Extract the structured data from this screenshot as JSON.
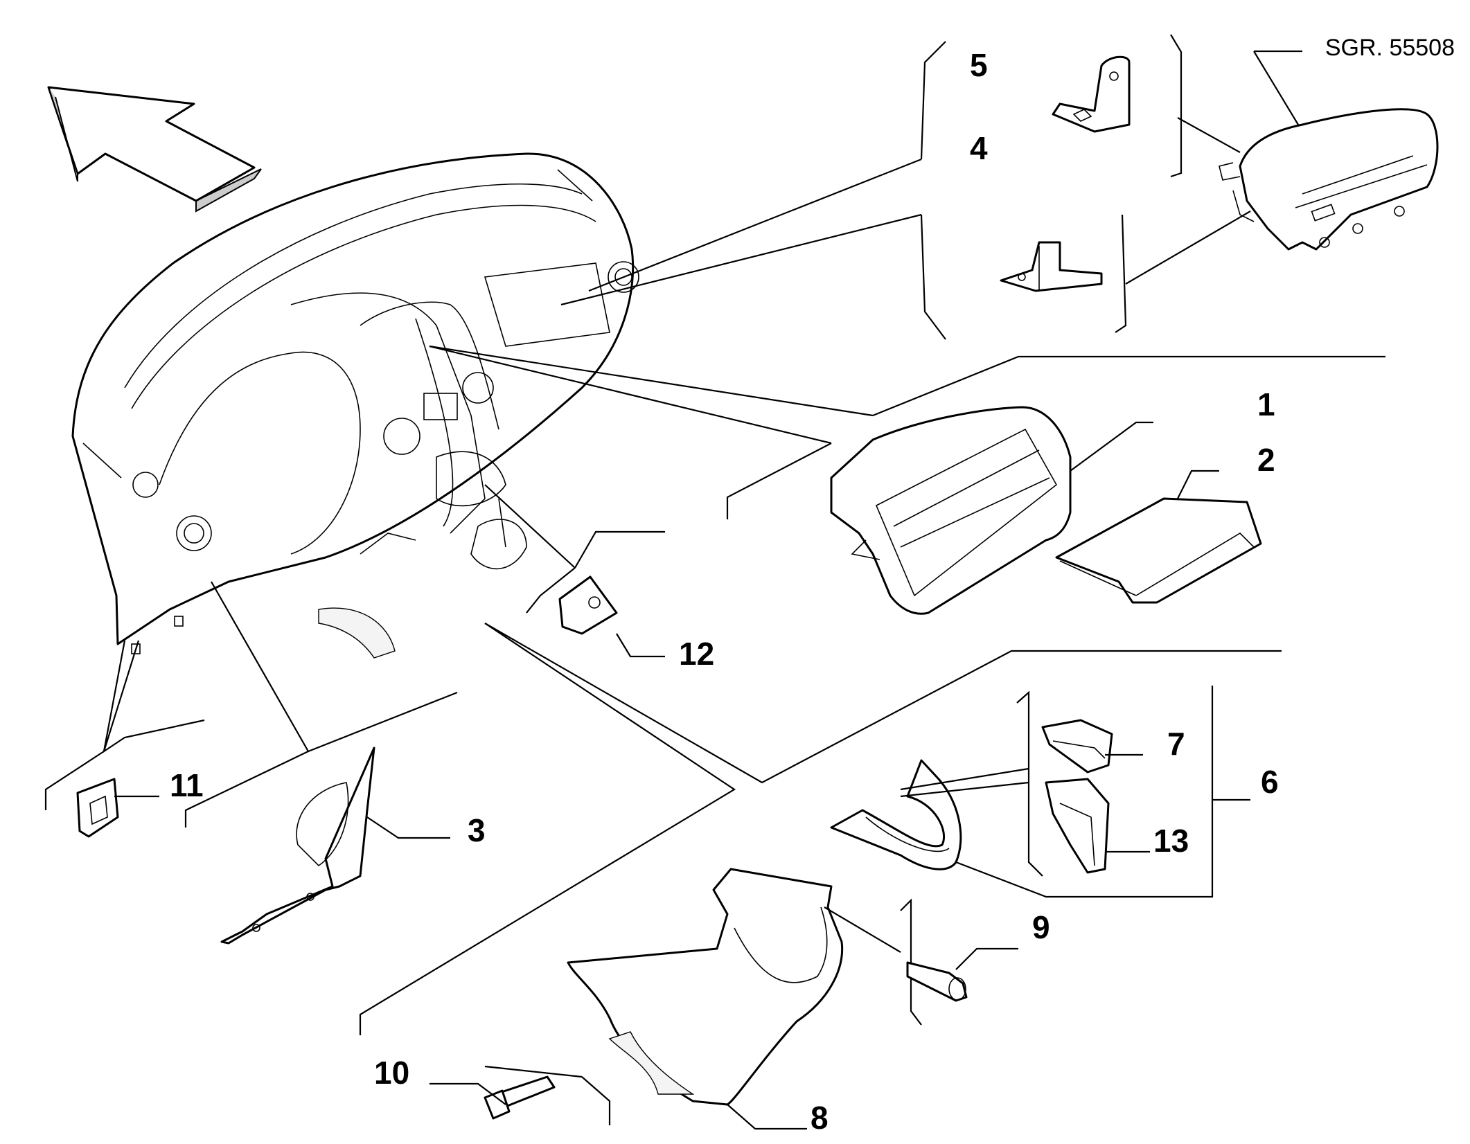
{
  "reference": "SGR. 55508",
  "callouts": [
    "1",
    "2",
    "3",
    "4",
    "5",
    "6",
    "7",
    "8",
    "9",
    "10",
    "11",
    "12",
    "13"
  ]
}
